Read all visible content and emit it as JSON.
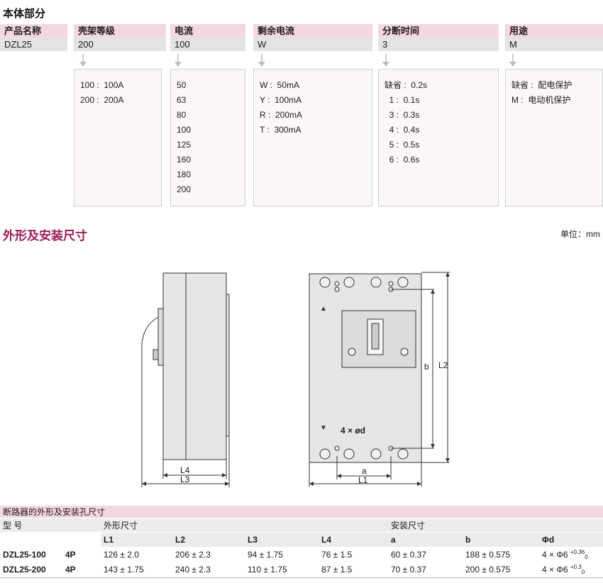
{
  "body_section": {
    "title": "本体部分",
    "code": [
      {
        "header": "产品名称",
        "value": "DZL25"
      },
      {
        "header": "壳架等级",
        "value": "200"
      },
      {
        "header": "电流",
        "value": "100"
      },
      {
        "header": "剩余电流",
        "value": "W"
      },
      {
        "header": "分断时间",
        "value": "3"
      },
      {
        "header": "用途",
        "value": "M"
      }
    ],
    "options": {
      "frame": [
        "100 :  100A",
        "200 :  200A"
      ],
      "current": [
        "50",
        "63",
        "80",
        "100",
        "125",
        "160",
        "180",
        "200"
      ],
      "residual": [
        "W :  50mA",
        "Y :  100mA",
        "R :  200mA",
        "T :  300mA"
      ],
      "time": [
        "缺省 :  0.2s",
        "  1 :  0.1s",
        "  3 :  0.3s",
        "  4 :  0.4s",
        "  5 :  0.5s",
        "  6 :  0.6s"
      ],
      "usage": [
        "缺省 :  配电保护",
        "M :  电动机保护"
      ]
    }
  },
  "dimension_section": {
    "title": "外形及安装尺寸",
    "unit": "单位：mm",
    "side_labels": {
      "l4": "L4",
      "l3": "L3"
    },
    "front_labels": {
      "a": "a",
      "l1": "L1",
      "b": "b",
      "l2": "L2",
      "holes": "4 × ød",
      "arrow_top": "▲",
      "arrow_bottom": "▼"
    }
  },
  "table": {
    "caption": "断路器的外形及安装孔尺寸",
    "model_header": "型 号",
    "outline_header": "外形尺寸",
    "mount_header": "安装尺寸",
    "columns": [
      "L1",
      "L2",
      "L3",
      "L4",
      "a",
      "b",
      "Φd"
    ],
    "rows": [
      {
        "model": "DZL25-100",
        "poles": "4P",
        "values": [
          "126 ± 2.0",
          "206 ± 2.3",
          "94 ± 1.75",
          "76 ± 1.5",
          "60 ± 0.37",
          "188 ± 0.575",
          "4 × Φ6"
        ],
        "tol_up": "+0.36",
        "tol_down": "0"
      },
      {
        "model": "DZL25-200",
        "poles": "4P",
        "values": [
          "143 ± 1.75",
          "240 ± 2.3",
          "110 ± 1.75",
          "87 ± 1.5",
          "70 ± 0.37",
          "200 ± 0.575",
          "4 × Φ6"
        ],
        "tol_up": "+0.3",
        "tol_down": "0"
      }
    ]
  }
}
